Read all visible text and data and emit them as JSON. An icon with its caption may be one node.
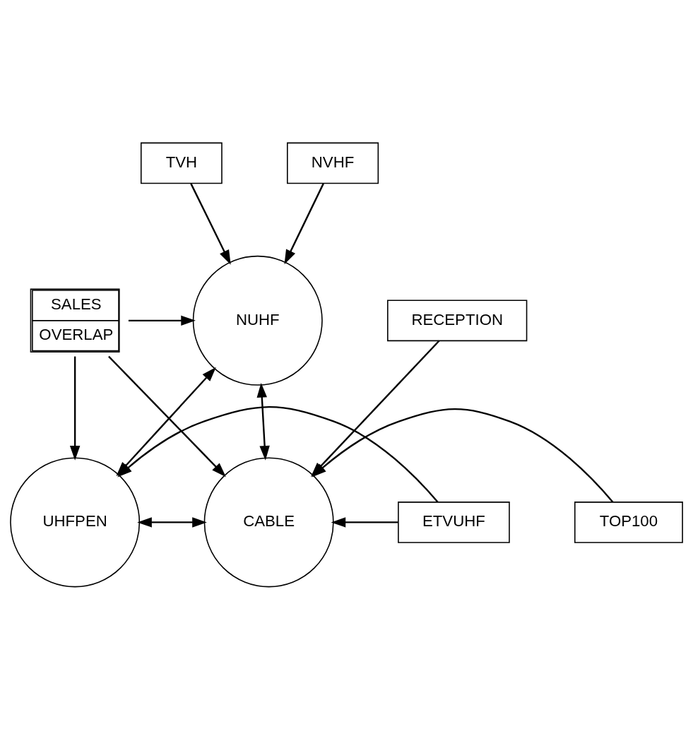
{
  "diagram": {
    "nodes": [
      {
        "text": [
          "TVH"
        ]
      },
      {
        "text": [
          "NVHF"
        ]
      },
      {
        "text": [
          "NUHF"
        ]
      },
      {
        "text": [
          "SALES",
          "OVERLAP"
        ]
      },
      {
        "text": [
          "RECEPTION"
        ]
      },
      {
        "text": [
          "UHFPEN"
        ]
      },
      {
        "text": [
          "CABLE"
        ]
      },
      {
        "text": [
          "ETVUHF"
        ]
      },
      {
        "text": [
          "TOP100"
        ]
      }
    ],
    "edges": [
      {
        "from": 0,
        "to": 2,
        "arrow": "to"
      },
      {
        "from": 1,
        "to": 2,
        "arrow": "to"
      },
      {
        "from": 2,
        "to": 5,
        "arrow": "both"
      },
      {
        "from": 2,
        "to": 6,
        "arrow": "both"
      },
      {
        "from": 3,
        "to": 2,
        "arrow": "to"
      },
      {
        "from": 3,
        "to": 5,
        "arrow": "to"
      },
      {
        "from": 3,
        "to": 6,
        "arrow": "to"
      },
      {
        "from": 4,
        "to": 6,
        "arrow": "to"
      },
      {
        "from": 5,
        "to": 6,
        "arrow": "both"
      },
      {
        "from": 7,
        "to": 5,
        "arrow": "to"
      },
      {
        "from": 7,
        "to": 6,
        "arrow": "to"
      },
      {
        "from": 8,
        "to": 6,
        "arrow": "to"
      }
    ]
  }
}
